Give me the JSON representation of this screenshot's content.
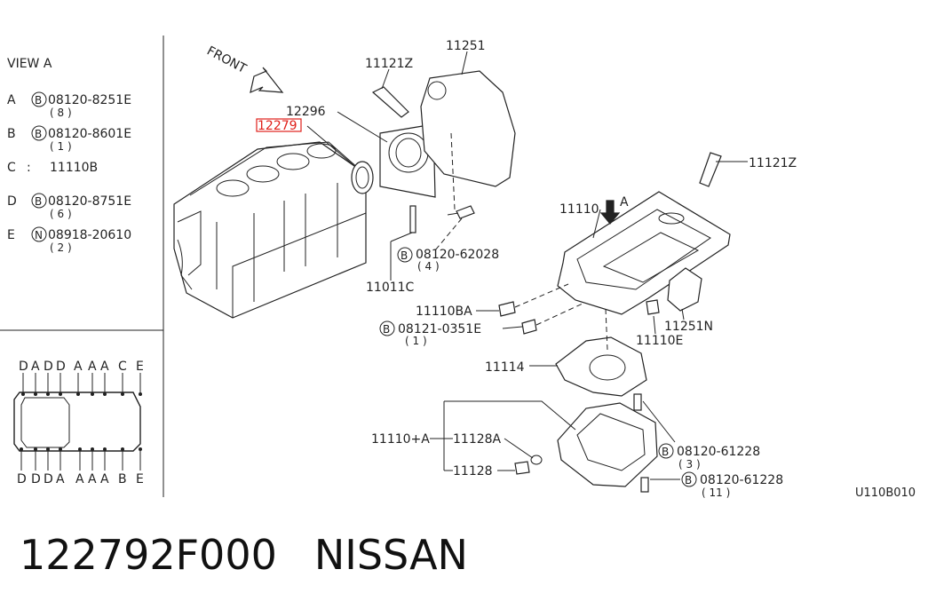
{
  "legend": {
    "title": "VIEW A",
    "rows": [
      {
        "key": "A",
        "sym": "B",
        "code": "08120-8251E",
        "qty": "( 8 )"
      },
      {
        "key": "B",
        "sym": "B",
        "code": "08120-8601E",
        "qty": "( 1 )"
      },
      {
        "key": "C",
        "sym": "",
        "code": "11110B",
        "qty": ""
      },
      {
        "key": "D",
        "sym": "B",
        "code": "08120-8751E",
        "qty": "( 6 )"
      },
      {
        "key": "E",
        "sym": "N",
        "code": "08918-20610",
        "qty": "( 2 )"
      }
    ]
  },
  "view_a": {
    "top_letters": [
      "D",
      "A",
      "D",
      "D",
      "A",
      "A",
      "A",
      "C",
      "E"
    ],
    "bottom_letters": [
      "D",
      "D",
      "D",
      "A",
      "A",
      "A",
      "A",
      "B",
      "E"
    ]
  },
  "callouts": {
    "front": "FRONT",
    "p11251": "11251",
    "p11121z_top": "11121Z",
    "p12296": "12296",
    "p12279": "12279",
    "p11011c": "11011C",
    "p08120_62028": "08120-62028",
    "p08120_62028_qty": "( 4 )",
    "p11121z_right": "11121Z",
    "p11110": "11110",
    "arrow_a": "A",
    "p11110ba": "11110BA",
    "p08121_0351e": "08121-0351E",
    "p08121_0351e_qty": "( 1 )",
    "p11251n": "11251N",
    "p11110e": "11110E",
    "p11114": "11114",
    "p11110a": "11110+A",
    "p11128a": "11128A",
    "p11128": "11128",
    "p08120_61228_a": "08120-61228",
    "p08120_61228_a_qty": "( 3 )",
    "p08120_61228_b": "08120-61228",
    "p08120_61228_b_qty": "( 11 )",
    "sym_b": "B",
    "figure_code": "U110B010"
  },
  "caption": {
    "part_number": "122792F000",
    "brand": "NISSAN"
  },
  "colors": {
    "highlight": "#e0201a",
    "ink": "#222222"
  }
}
